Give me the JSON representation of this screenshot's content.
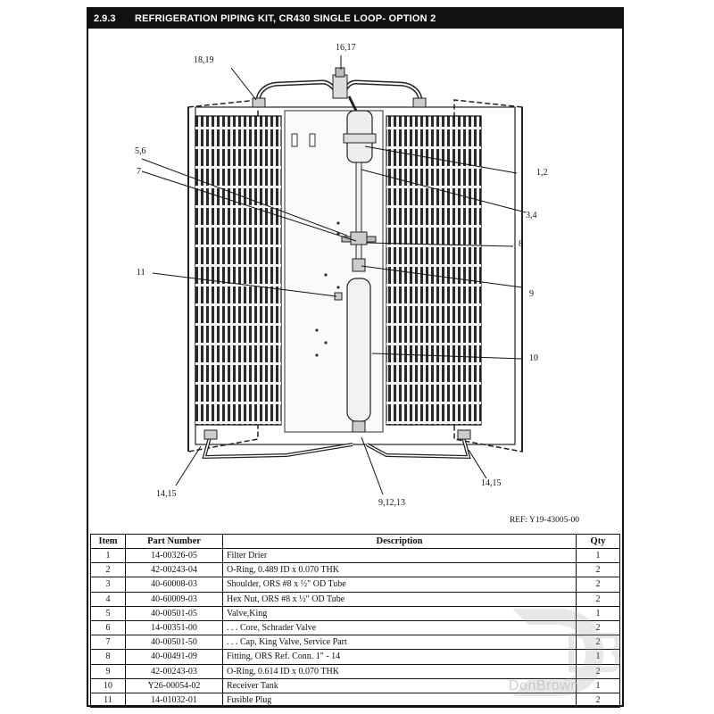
{
  "header": {
    "section": "2.9.3",
    "title": "REFRIGERATION PIPING KIT, CR430 SINGLE LOOP- OPTION 2"
  },
  "callouts": {
    "c1617": "16,17",
    "c1819": "18,19",
    "c56": "5,6",
    "c7": "7",
    "c12": "1,2",
    "c34": "3,4",
    "c8": "8",
    "c9": "9",
    "c11": "11",
    "c10": "10",
    "c1415a": "14,15",
    "c1415b": "14,15",
    "c91213": "9,12,13"
  },
  "ref": "REF: Y19-43005-00",
  "table": {
    "headers": [
      "Item",
      "Part Number",
      "Description",
      "Qty"
    ],
    "rows": [
      {
        "item": "1",
        "part": "14-00326-05",
        "desc": "Filter Drier",
        "qty": "1"
      },
      {
        "item": "2",
        "part": "42-00243-04",
        "desc": "O-Ring, 0.489 ID x 0.070 THK",
        "qty": "2"
      },
      {
        "item": "3",
        "part": "40-60008-03",
        "desc": "Shoulder, ORS #8 x ½\" OD Tube",
        "qty": "2"
      },
      {
        "item": "4",
        "part": "40-60009-03",
        "desc": "Hex Nut, ORS #8 x ½\" OD Tube",
        "qty": "2"
      },
      {
        "item": "5",
        "part": "40-00501-05",
        "desc": "Valve,King",
        "qty": "1"
      },
      {
        "item": "6",
        "part": "14-00351-00",
        "desc": ". . . Core, Schrader Valve",
        "qty": "2"
      },
      {
        "item": "7",
        "part": "40-00501-50",
        "desc": ". . . Cap, King Valve, Service Part",
        "qty": "2"
      },
      {
        "item": "8",
        "part": "40-00491-09",
        "desc": "Fitting, ORS Ref. Conn. 1\" - 14",
        "qty": "1"
      },
      {
        "item": "9",
        "part": "42-00243-03",
        "desc": "O-Ring, 0.614 ID x 0.070 THK",
        "qty": "2"
      },
      {
        "item": "10",
        "part": "Y26-00054-02",
        "desc": "Receiver Tank",
        "qty": "1"
      },
      {
        "item": "11",
        "part": "14-01032-01",
        "desc": "Fusible Plug",
        "qty": "2"
      }
    ]
  },
  "watermark": {
    "text": "DonBrown",
    "color": "#9a9a9a"
  }
}
